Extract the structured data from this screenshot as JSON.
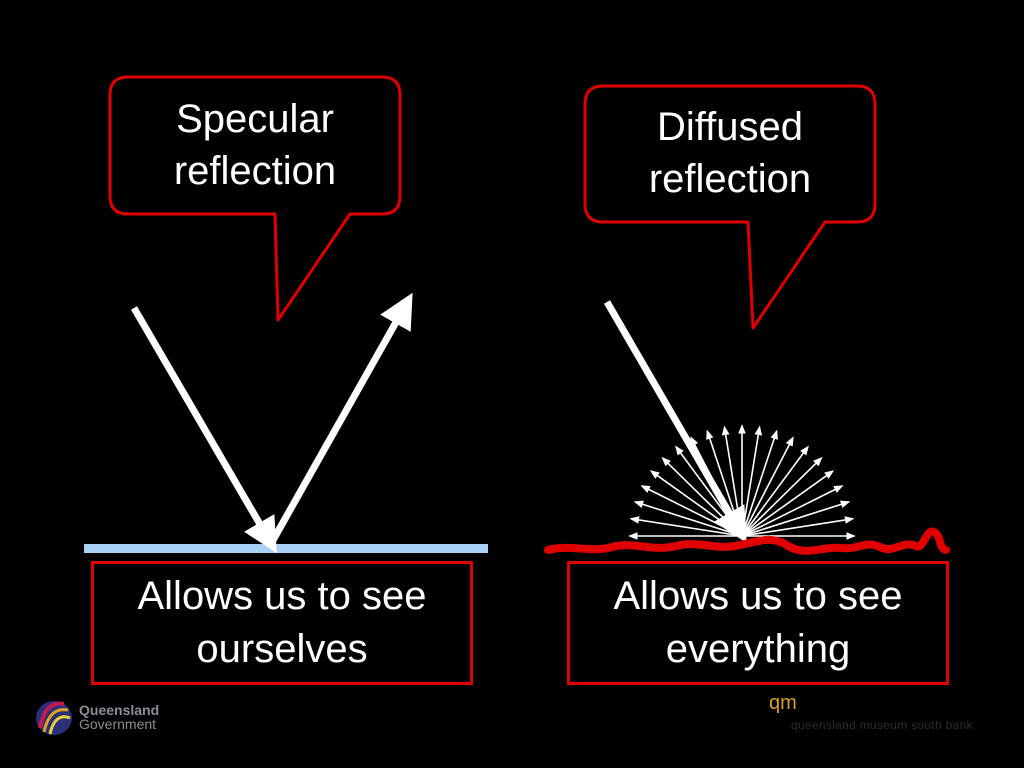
{
  "specular": {
    "title_line1": "Specular",
    "title_line2": "reflection",
    "caption_line1": "Allows us to see",
    "caption_line2": "ourselves",
    "mirror_color": "#a9d0f5"
  },
  "diffused": {
    "title_line1": "Diffused",
    "title_line2": "reflection",
    "caption_line1": "Allows us to see",
    "caption_line2": "everything",
    "surface_color": "#e00000"
  },
  "colors": {
    "background": "#000000",
    "callout_border": "#e00000",
    "arrow": "#ffffff"
  },
  "footer": {
    "govt_line1": "Queensland",
    "govt_line2": "Government",
    "qm_logo": "qm",
    "qm_tagline": "queensland museum south bank",
    "govt_logo_icon": "queensland-crest-icon"
  }
}
